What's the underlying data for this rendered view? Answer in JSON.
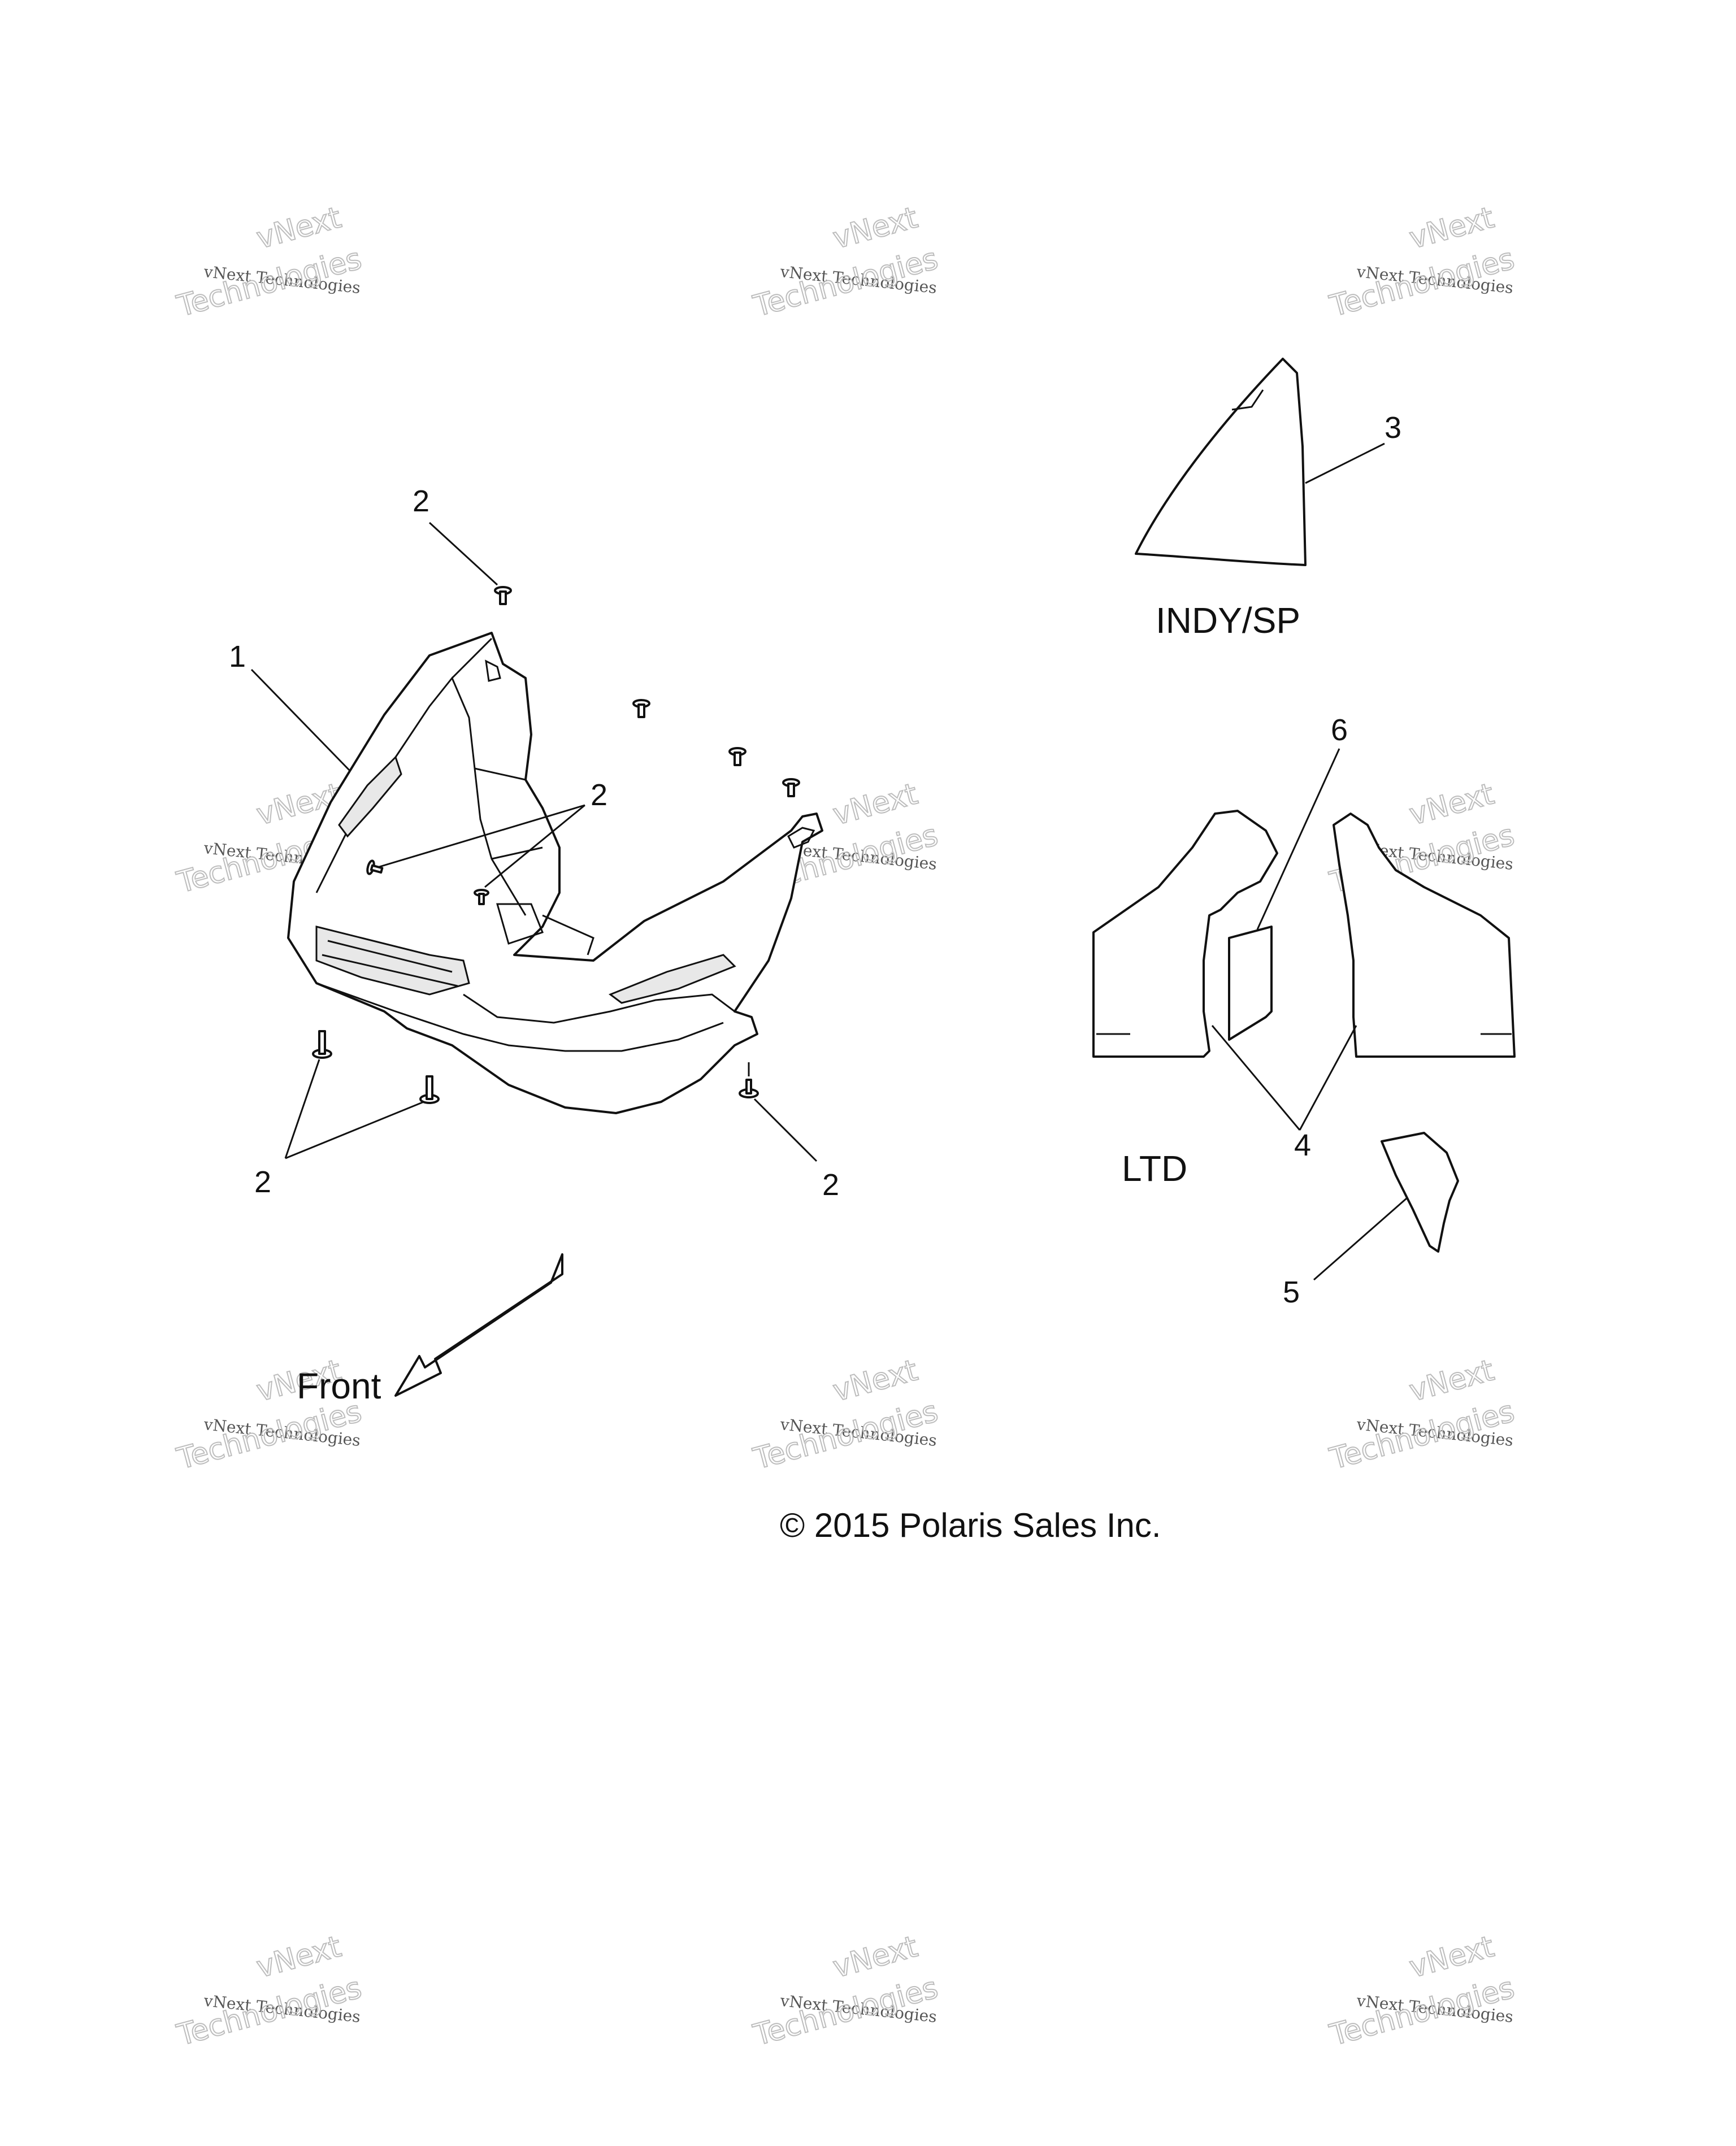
{
  "watermark": {
    "line1": "vNext Technologies",
    "line2": "vNext",
    "line3": "Technologies"
  },
  "callouts": {
    "c1": "1",
    "c2_top": "2",
    "c2_mid": "2",
    "c2_bl": "2",
    "c2_br": "2",
    "c3": "3",
    "c4": "4",
    "c5": "5",
    "c6": "6"
  },
  "variants": {
    "indy_sp": "INDY/SP",
    "ltd": "LTD"
  },
  "direction_label": "Front",
  "copyright": "© 2015 Polaris Sales Inc."
}
